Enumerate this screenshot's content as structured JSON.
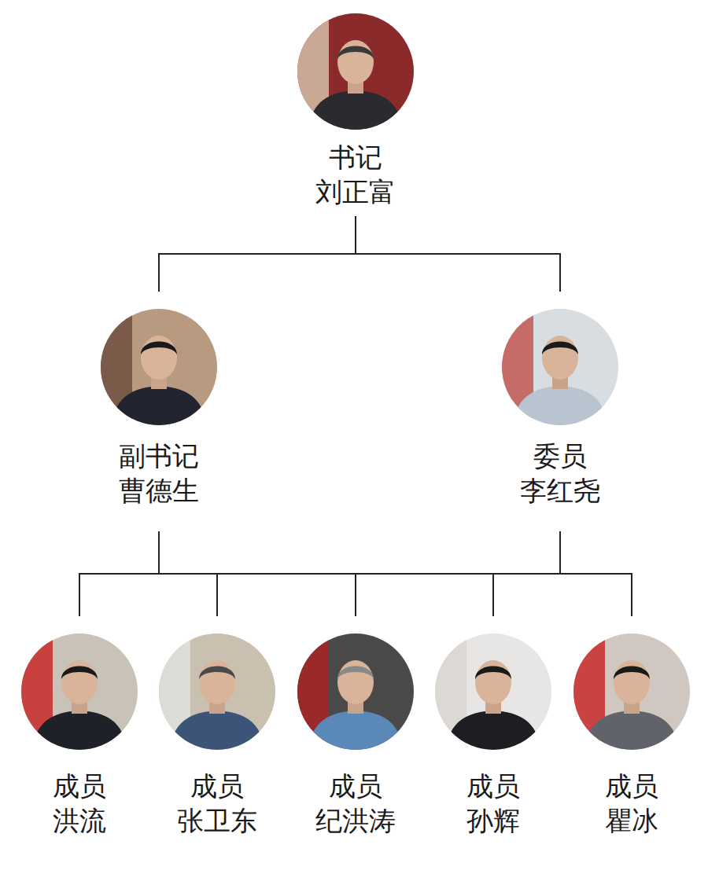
{
  "diagram": {
    "nodes": [
      {
        "text": [
          "书记",
          "刘正富"
        ]
      },
      {
        "text": [
          "副书记",
          "曹德生"
        ]
      },
      {
        "text": [
          "委员",
          "李红尧"
        ]
      },
      {
        "text": [
          "成员",
          "洪流"
        ]
      },
      {
        "text": [
          "成员",
          "张卫东"
        ]
      },
      {
        "text": [
          "成员",
          "纪洪涛"
        ]
      },
      {
        "text": [
          "成员",
          "孙辉"
        ]
      },
      {
        "text": [
          "成员",
          "瞿冰"
        ]
      }
    ],
    "edges": [
      {
        "from": 0,
        "to": 1,
        "arrow": "none"
      },
      {
        "from": 0,
        "to": 2,
        "arrow": "none"
      },
      {
        "from": 1,
        "to": 3,
        "arrow": "none"
      },
      {
        "from": 1,
        "to": 4,
        "arrow": "none"
      },
      {
        "from": 1,
        "to": 5,
        "arrow": "none"
      },
      {
        "from": 1,
        "to": 6,
        "arrow": "none"
      },
      {
        "from": 1,
        "to": 7,
        "arrow": "none"
      },
      {
        "from": 2,
        "to": 3,
        "arrow": "none"
      },
      {
        "from": 2,
        "to": 4,
        "arrow": "none"
      },
      {
        "from": 2,
        "to": 5,
        "arrow": "none"
      },
      {
        "from": 2,
        "to": 6,
        "arrow": "none"
      },
      {
        "from": 2,
        "to": 7,
        "arrow": "none"
      }
    ]
  }
}
